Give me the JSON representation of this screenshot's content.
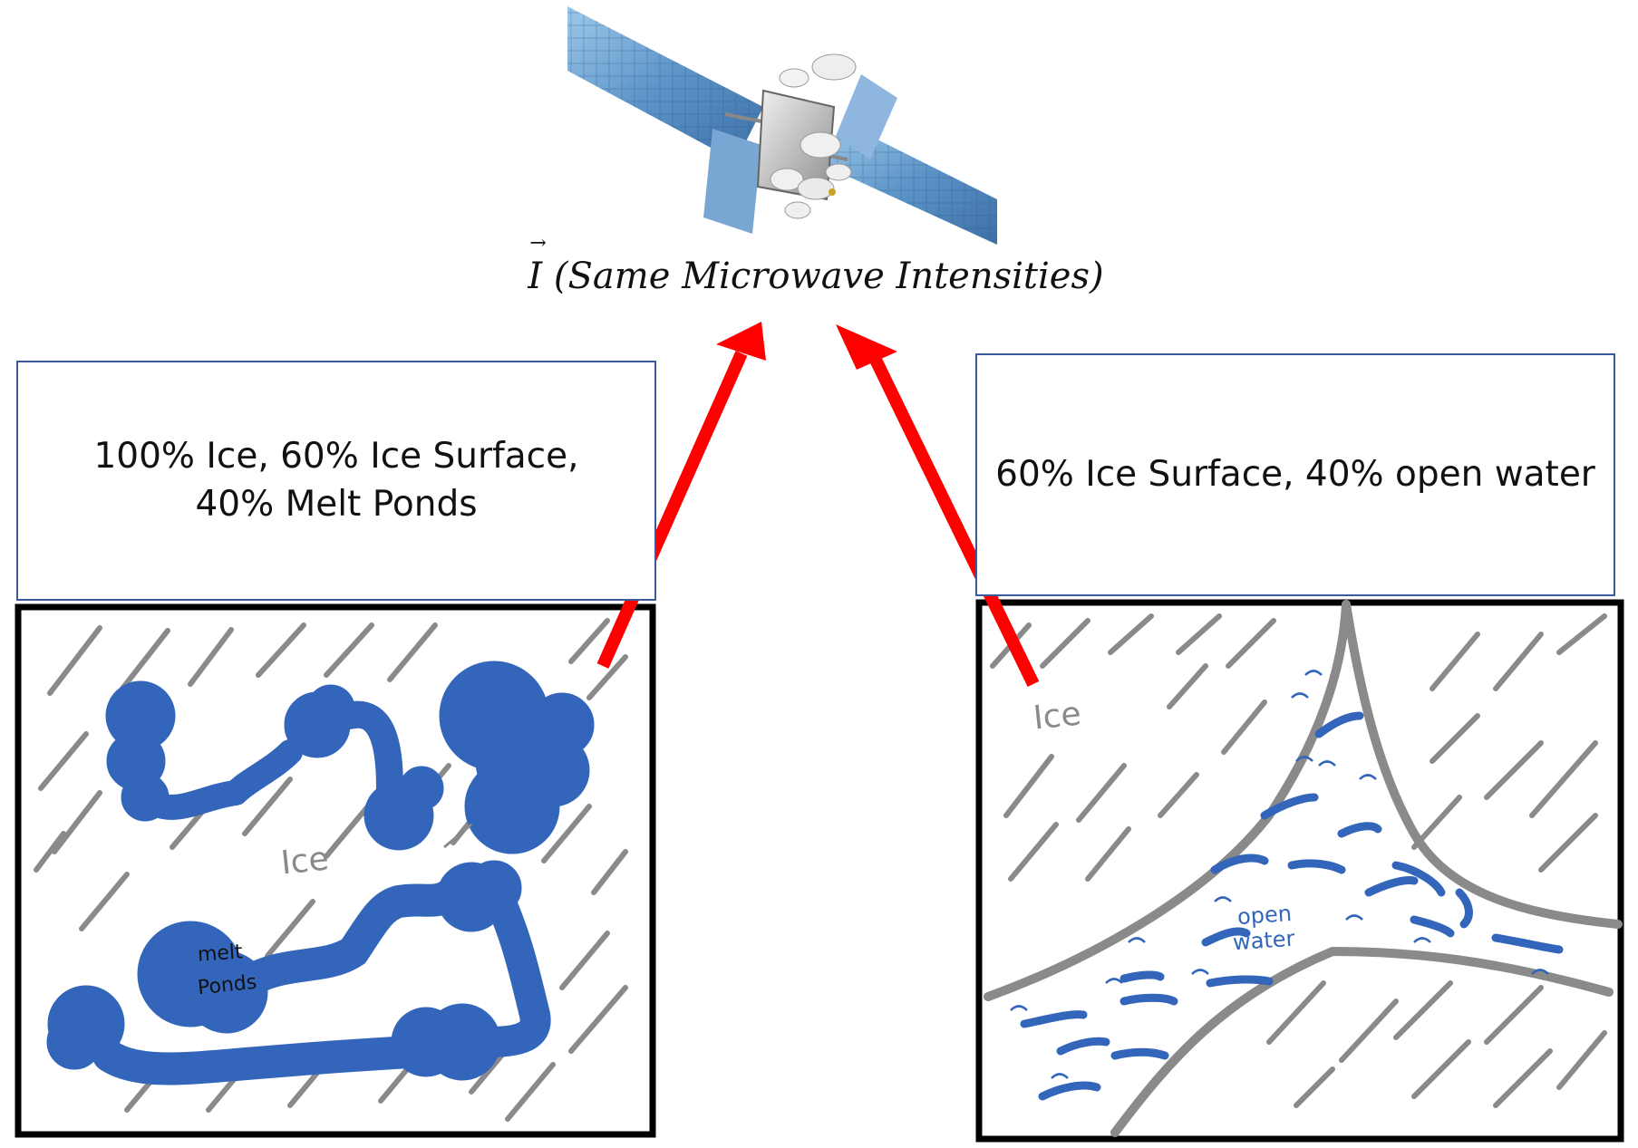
{
  "equation": {
    "symbol": "I",
    "text": "(Same Microwave Intensities)"
  },
  "left_panel": {
    "caption": "100% Ice, 60% Ice Surface, 40% Melt Ponds",
    "ice_label": "Ice",
    "pond_label_line1": "melt",
    "pond_label_line2": "Ponds"
  },
  "right_panel": {
    "caption": "60% Ice Surface, 40% open water",
    "ice_label": "Ice",
    "water_label_line1": "open",
    "water_label_line2": "water"
  },
  "colors": {
    "pond_blue": "#3366bb",
    "arrow_red": "#ff0000",
    "hatch_gray": "#8a8a8a",
    "box_border": "#3a5a9c"
  },
  "icons": [
    "satellite-icon",
    "arrow-up-icon"
  ]
}
